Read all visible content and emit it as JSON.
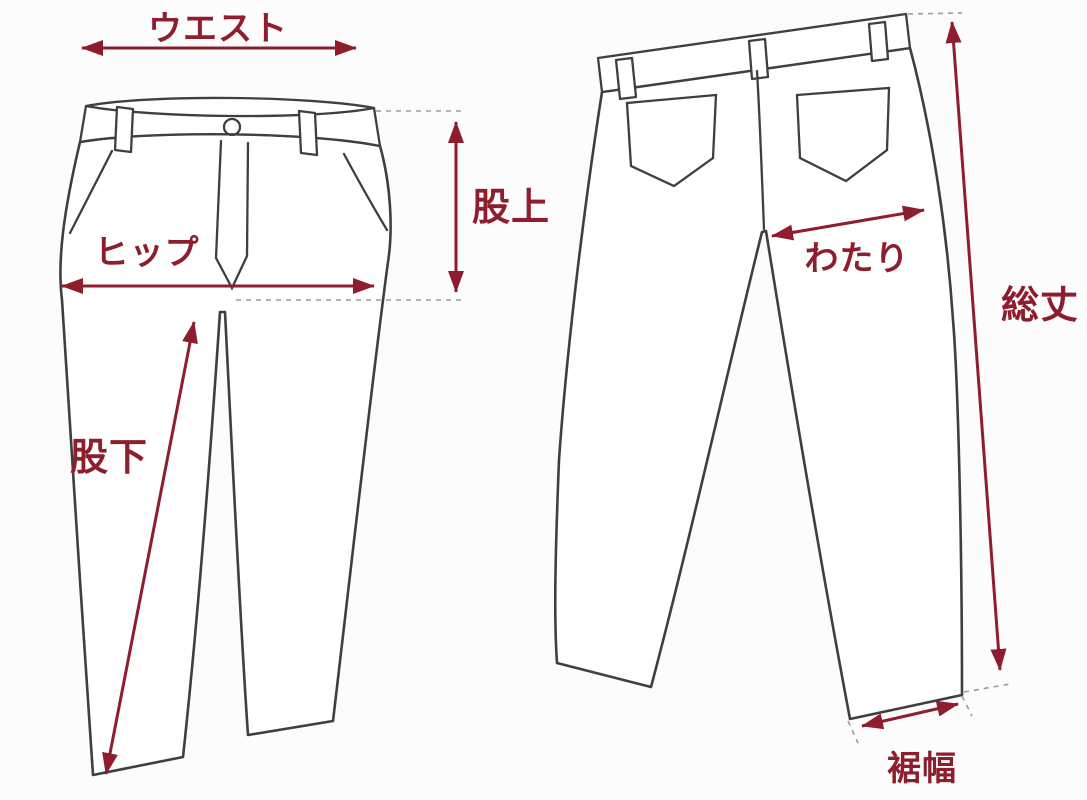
{
  "colors": {
    "accent": "#8e1e2e",
    "line": "#3f3f3f",
    "background": "#fcfcfc"
  },
  "labels": {
    "waist": "ウエスト",
    "rise": "股上",
    "hip": "ヒップ",
    "inseam": "股下",
    "thigh_width": "わたり",
    "total_length": "総丈",
    "hem_width": "裾幅"
  }
}
